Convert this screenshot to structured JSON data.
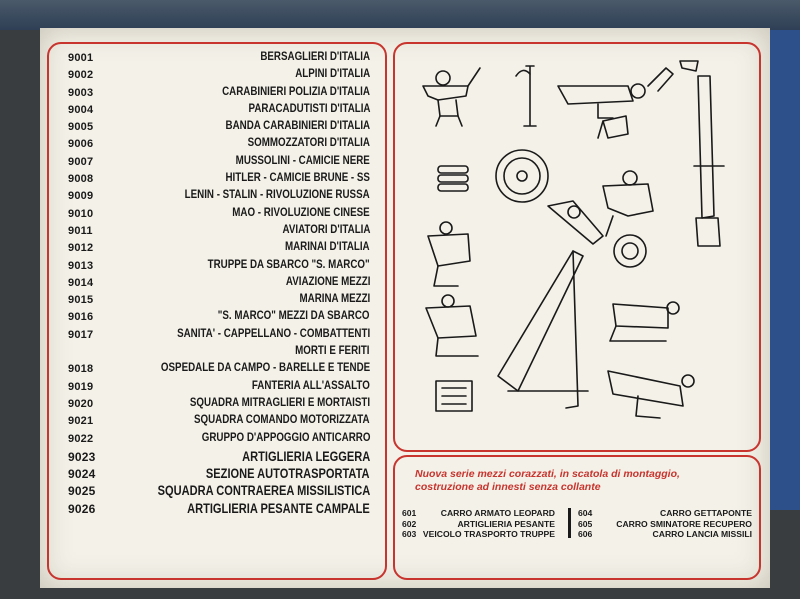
{
  "catalog": [
    {
      "code": "9001",
      "name": "BERSAGLIERI D'ITALIA"
    },
    {
      "code": "9002",
      "name": "ALPINI D'ITALIA"
    },
    {
      "code": "9003",
      "name": "CARABINIERI POLIZIA D'ITALIA"
    },
    {
      "code": "9004",
      "name": "PARACADUTISTI D'ITALIA"
    },
    {
      "code": "9005",
      "name": "BANDA CARABINIERI D'ITALIA"
    },
    {
      "code": "9006",
      "name": "SOMMOZZATORI D'ITALIA"
    },
    {
      "code": "9007",
      "name": "MUSSOLINI - CAMICIE NERE"
    },
    {
      "code": "9008",
      "name": "HITLER - CAMICIE BRUNE - SS"
    },
    {
      "code": "9009",
      "name": "LENIN - STALIN - RIVOLUZIONE RUSSA"
    },
    {
      "code": "9010",
      "name": "MAO - RIVOLUZIONE CINESE"
    },
    {
      "code": "9011",
      "name": "AVIATORI D'ITALIA"
    },
    {
      "code": "9012",
      "name": "MARINAI D'ITALIA"
    },
    {
      "code": "9013",
      "name": "TRUPPE DA SBARCO \"S. MARCO\""
    },
    {
      "code": "9014",
      "name": "AVIAZIONE MEZZI"
    },
    {
      "code": "9015",
      "name": "MARINA MEZZI"
    },
    {
      "code": "9016",
      "name": "\"S. MARCO\" MEZZI DA SBARCO"
    },
    {
      "code": "9017",
      "name": "SANITA' - CAPPELLANO - COMBATTENTI"
    },
    {
      "code": "",
      "name": "MORTI E FERITI"
    },
    {
      "code": "9018",
      "name": "OSPEDALE DA CAMPO - BARELLE E TENDE"
    },
    {
      "code": "9019",
      "name": "FANTERIA ALL'ASSALTO"
    },
    {
      "code": "9020",
      "name": "SQUADRA MITRAGLIERI E MORTAISTI"
    },
    {
      "code": "9021",
      "name": "SQUADRA COMANDO MOTORIZZATA"
    },
    {
      "code": "9022",
      "name": "GRUPPO D'APPOGGIO ANTICARRO"
    },
    {
      "code": "9023",
      "name": "ARTIGLIERIA LEGGERA"
    },
    {
      "code": "9024",
      "name": "SEZIONE AUTOTRASPORTATA"
    },
    {
      "code": "9025",
      "name": "SQUADRA CONTRAEREA MISSILISTICA"
    },
    {
      "code": "9026",
      "name": "ARTIGLIERIA PESANTE CAMPALE"
    }
  ],
  "note": {
    "text": "Nuova serie mezzi corazzati, in scatola di montaggio, costruzione ad innesti senza collante"
  },
  "tanks_left": [
    {
      "code": "601",
      "name": "CARRO ARMATO LEOPARD"
    },
    {
      "code": "602",
      "name": "ARTIGLIERIA PESANTE"
    },
    {
      "code": "603",
      "name": "VEICOLO TRASPORTO TRUPPE"
    }
  ],
  "tanks_right": [
    {
      "code": "604",
      "name": "CARRO GETTAPONTE"
    },
    {
      "code": "605",
      "name": "CARRO SMINATORE RECUPERO"
    },
    {
      "code": "606",
      "name": "CARRO LANCIA MISSILI"
    }
  ],
  "colors": {
    "accent_red": "#c8342e",
    "card": "#f3f1e8",
    "box_blue": "#2d4f8a"
  }
}
